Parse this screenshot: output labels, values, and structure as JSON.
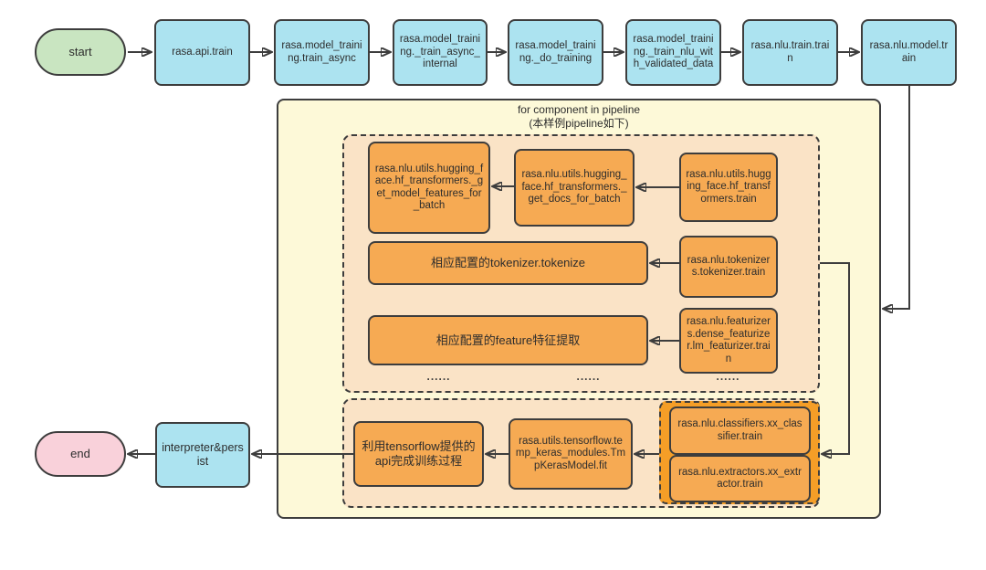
{
  "flow": {
    "start_label": "start",
    "end_label": "end",
    "top_nodes": [
      {
        "label": "rasa.api.train"
      },
      {
        "label": "rasa.model_training.train_async"
      },
      {
        "label": "rasa.model_training._train_async_internal"
      },
      {
        "label": "rasa.model_training._do_training"
      },
      {
        "label": "rasa.model_training._train_nlu_with_validated_data"
      },
      {
        "label": "rasa.nlu.train.train"
      },
      {
        "label": "rasa.nlu.model.train"
      }
    ],
    "loop": {
      "title_line1": "for component in pipeline",
      "title_line2": "(本样例pipeline如下)",
      "hf_row": [
        {
          "label": "rasa.nlu.utils.hugging_face.hf_transformers._get_model_features_for_batch"
        },
        {
          "label": "rasa.nlu.utils.hugging_face.hf_transformers._get_docs_for_batch"
        },
        {
          "label": "rasa.nlu.utils.hugging_face.hf_transformers.train"
        }
      ],
      "tokenizer_row": {
        "action": "相应配置的tokenizer.tokenize",
        "source": "rasa.nlu.tokenizers.tokenizer.train"
      },
      "featurizer_row": {
        "action": "相应配置的feature特征提取",
        "source": "rasa.nlu.featurizers.dense_featurizer.lm_featurizer.train"
      },
      "ellipsis": "......",
      "train_stage": {
        "classifier": "rasa.nlu.classifiers.xx_classifier.train",
        "extractor": "rasa.nlu.extractors.xx_extractor.train",
        "keras_fit": "rasa.utils.tensorflow.temp_keras_modules.TmpKerasModel.fit",
        "tensorflow_api": "利用tensorflow提供的api完成训练过程"
      }
    },
    "interpreter_label": "interpreter&persist",
    "colors": {
      "node_cyan": "#ace3f0",
      "start_green": "#c9e5c1",
      "end_pink": "#f9d1da",
      "loop_yellow": "#fdf9d8",
      "stage_peach": "#fae3c6",
      "node_orange": "#f6aa53",
      "group_orange": "#f59e27",
      "line": "#3d3d3d"
    }
  }
}
